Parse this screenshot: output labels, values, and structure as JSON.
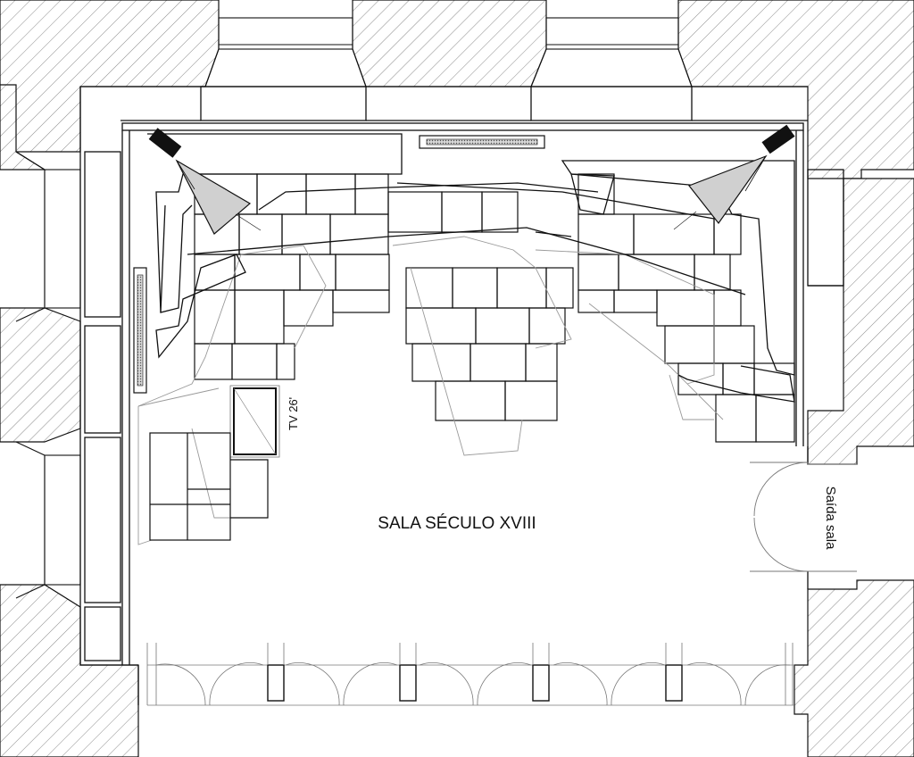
{
  "plan": {
    "room_title": "SALA SÉCULO XVIII",
    "tv_label": "TV 26'",
    "exit_label": "Saída sala",
    "colors": {
      "ink": "#111111",
      "hatch": "#8a8a8a",
      "light_line": "#9a9a9a",
      "paper": "#ffffff",
      "camera": "#111111",
      "cone": "#6e6e6e"
    }
  }
}
